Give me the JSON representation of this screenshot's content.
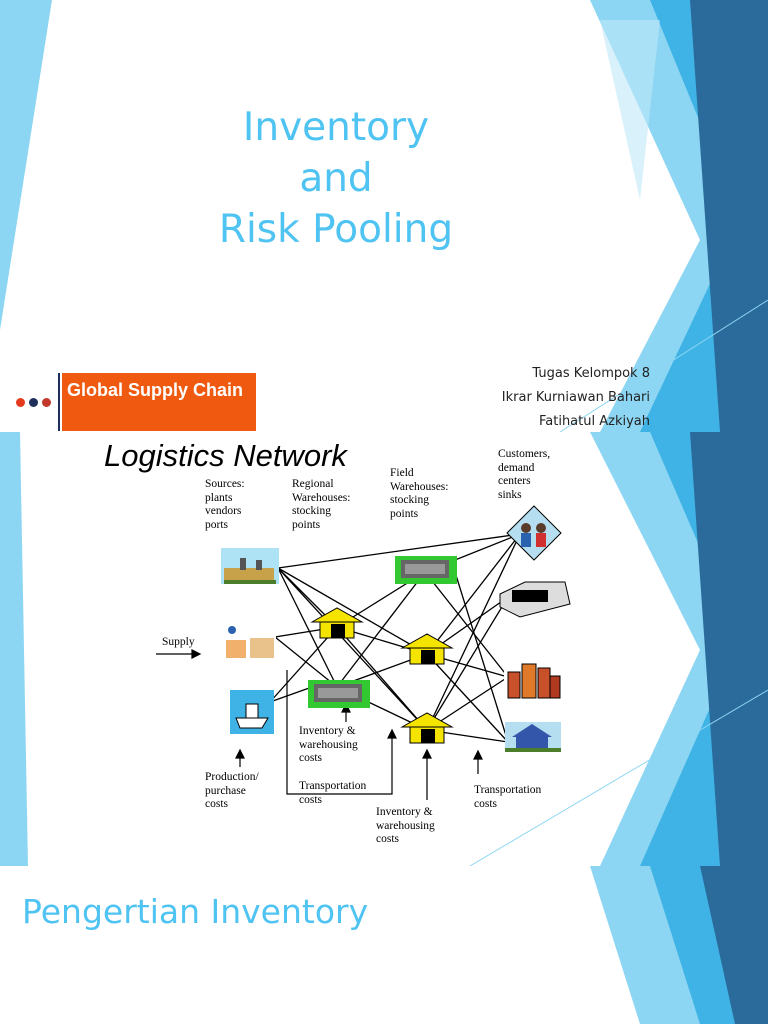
{
  "slide1": {
    "title_line1": "Inventory",
    "title_line2": "and",
    "title_line3": "Risk Pooling",
    "authors": [
      "Tugas Kelompok 8",
      "Ikrar Kurniawan Bahari",
      "Fatihatul Azkiyah"
    ]
  },
  "slide2": {
    "header": "Global Supply Chain",
    "title": "Logistics Network",
    "labels": {
      "sources": [
        "Sources:",
        "plants",
        "vendors",
        "ports"
      ],
      "regional": [
        "Regional",
        "Warehouses:",
        "stocking",
        "points"
      ],
      "field": [
        "Field",
        "Warehouses:",
        "stocking",
        "points"
      ],
      "customers": [
        "Customers,",
        "demand",
        "centers",
        "sinks"
      ],
      "supply": "Supply",
      "production": [
        "Production/",
        "purchase",
        "costs"
      ],
      "inv_regional": [
        "Inventory &",
        "warehousing",
        "costs"
      ],
      "transport_mid": [
        "Transportation",
        "costs"
      ],
      "inv_field": [
        "Inventory &",
        "warehousing",
        "costs"
      ],
      "transport_right": [
        "Transportation",
        "costs"
      ]
    }
  },
  "slide3": {
    "title": "Pengertian Inventory"
  },
  "colors": {
    "accent": "#4fc3f2",
    "header_orange": "#f05a10",
    "panel_light": "#8dd6f3",
    "panel_dark": "#2a6b9c"
  }
}
